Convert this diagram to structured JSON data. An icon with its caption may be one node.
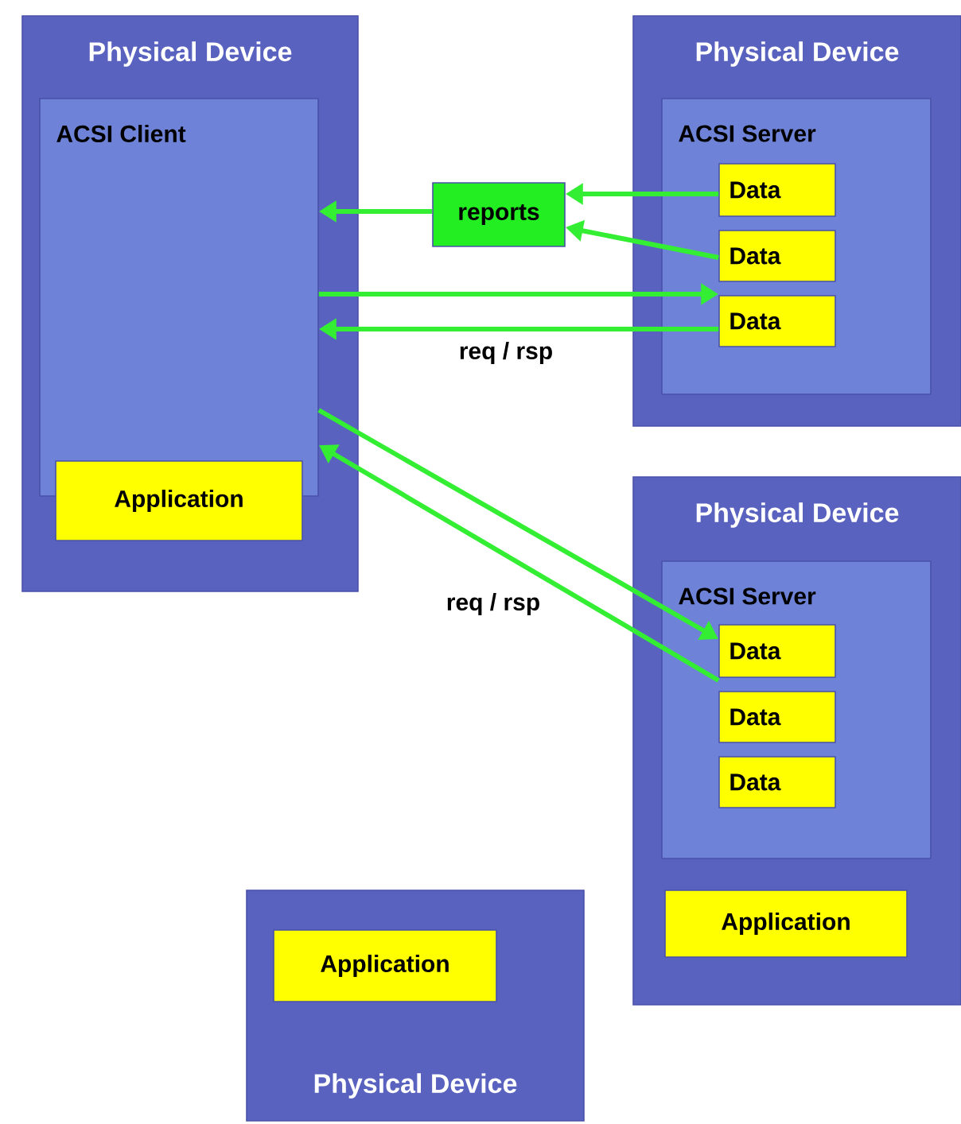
{
  "diagram": {
    "nodes": [
      {
        "text": [
          "Physical Device"
        ]
      },
      {
        "text": [
          "ACSI Client"
        ],
        "in": 0
      },
      {
        "text": [
          "Application"
        ],
        "in": 0
      },
      {
        "text": [
          "Physical Device"
        ]
      },
      {
        "text": [
          "ACSI Server"
        ],
        "in": 3
      },
      {
        "text": [
          "Data"
        ],
        "in": 4
      },
      {
        "text": [
          "Data"
        ],
        "in": 4
      },
      {
        "text": [
          "Data"
        ],
        "in": 4
      },
      {
        "text": [
          "reports"
        ]
      },
      {
        "text": [
          "Physical Device"
        ]
      },
      {
        "text": [
          "ACSI Server"
        ],
        "in": 9
      },
      {
        "text": [
          "Data"
        ],
        "in": 10
      },
      {
        "text": [
          "Data"
        ],
        "in": 10
      },
      {
        "text": [
          "Data"
        ],
        "in": 10
      },
      {
        "text": [
          "Application"
        ],
        "in": 9
      },
      {
        "text": [
          "Physical Device"
        ]
      },
      {
        "text": [
          "Application"
        ],
        "in": 15
      }
    ],
    "edges": [
      {
        "from": 8,
        "to": 1,
        "arrow": "to"
      },
      {
        "from": 5,
        "to": 8,
        "arrow": "to"
      },
      {
        "from": 6,
        "to": 8,
        "arrow": "to"
      },
      {
        "from": 1,
        "to": 7,
        "arrow": "to"
      },
      {
        "from": 7,
        "to": 1,
        "arrow": "to",
        "label": "req / rsp"
      },
      {
        "from": 1,
        "to": 11,
        "arrow": "to"
      },
      {
        "from": 11,
        "to": 1,
        "arrow": "to",
        "label": "req / rsp"
      }
    ]
  }
}
